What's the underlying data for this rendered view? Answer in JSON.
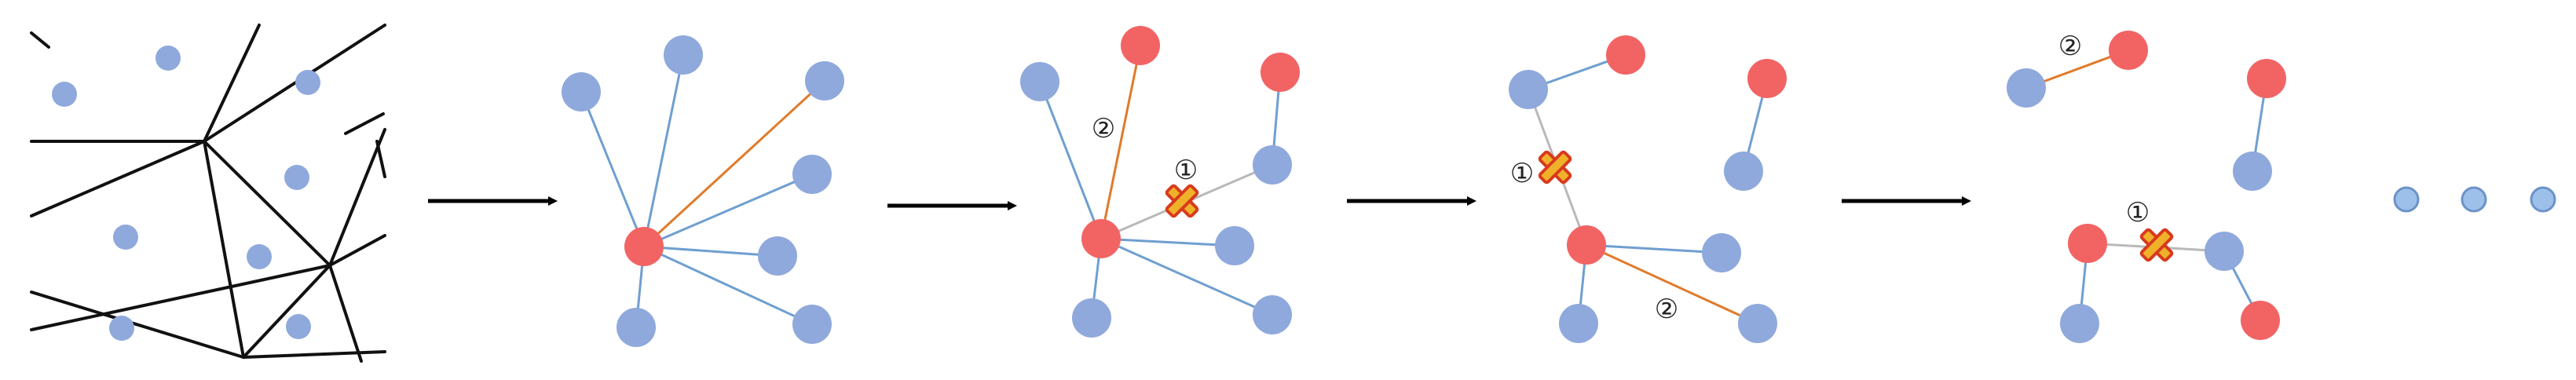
{
  "colors": {
    "background": "#ffffff",
    "node_blue": "#8fa9dc",
    "node_red": "#f26464",
    "edge_blue": "#6f9fd0",
    "edge_orange": "#e07a2a",
    "edge_gray": "#b9b9b9",
    "triangulation_line": "#111111",
    "arrow": "#000000",
    "cross_fill": "#f0b12a",
    "cross_stroke": "#d83a1e"
  },
  "icons": {
    "removed_edge": "cross-mark",
    "continuation": "ellipsis-dots"
  },
  "step_labels": {
    "one": "①",
    "two": "②"
  }
}
